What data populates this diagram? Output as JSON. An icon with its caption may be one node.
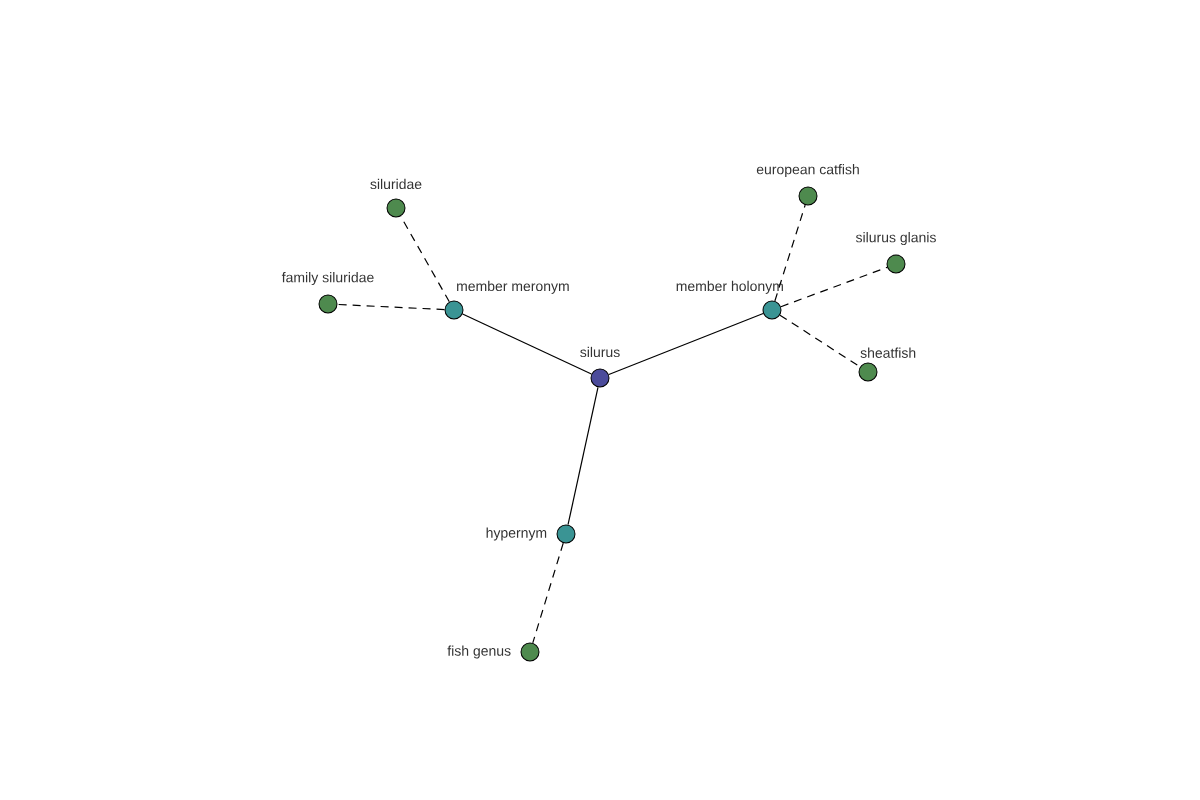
{
  "diagram": {
    "nodes": [
      {
        "text": [
          "silurus"
        ]
      },
      {
        "text": [
          "member meronym"
        ]
      },
      {
        "text": [
          "member holonym"
        ]
      },
      {
        "text": [
          "hypernym"
        ]
      },
      {
        "text": [
          "siluridae"
        ]
      },
      {
        "text": [
          "family siluridae"
        ]
      },
      {
        "text": [
          "european catfish"
        ]
      },
      {
        "text": [
          "silurus glanis"
        ]
      },
      {
        "text": [
          "sheatfish"
        ]
      },
      {
        "text": [
          "fish genus"
        ]
      }
    ],
    "edges": [
      {
        "from": 0,
        "to": 1,
        "arrow": "none"
      },
      {
        "from": 0,
        "to": 2,
        "arrow": "none"
      },
      {
        "from": 0,
        "to": 3,
        "arrow": "none"
      },
      {
        "from": 1,
        "to": 4,
        "arrow": "none",
        "style": "dashed"
      },
      {
        "from": 1,
        "to": 5,
        "arrow": "none",
        "style": "dashed"
      },
      {
        "from": 2,
        "to": 6,
        "arrow": "none",
        "style": "dashed"
      },
      {
        "from": 2,
        "to": 7,
        "arrow": "none",
        "style": "dashed"
      },
      {
        "from": 2,
        "to": 8,
        "arrow": "none",
        "style": "dashed"
      },
      {
        "from": 3,
        "to": 9,
        "arrow": "none",
        "style": "dashed"
      }
    ]
  }
}
